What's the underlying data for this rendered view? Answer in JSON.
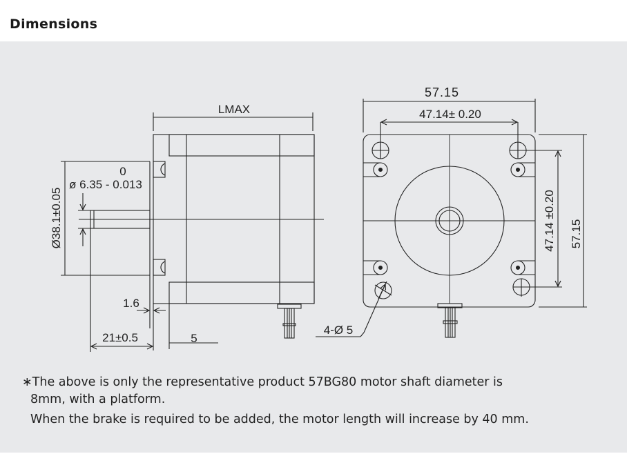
{
  "title": "Dimensions",
  "drawing": {
    "side_view": {
      "lmax": "LMAX",
      "flange_diameter": "Ø38.1±0.05",
      "shaft_tol_upper": "0",
      "shaft_diameter": "ø 6.35 - 0.013",
      "flange_thickness": "1.6",
      "shaft_length": "21±0.5",
      "boss_length": "5"
    },
    "front_view": {
      "width": "57.15",
      "hole_spacing_h": "47.14± 0.20",
      "hole_spacing_v": "47.14 ±0.20",
      "height": "57.15",
      "holes": "4-Ø 5"
    }
  },
  "notes": {
    "bullet": "∗",
    "line1": "The above is only the representative product 57BG80 motor shaft diameter is",
    "line2": "8mm, with a platform.",
    "line3": "When the brake is required to be added, the motor length will increase by 40 mm."
  }
}
